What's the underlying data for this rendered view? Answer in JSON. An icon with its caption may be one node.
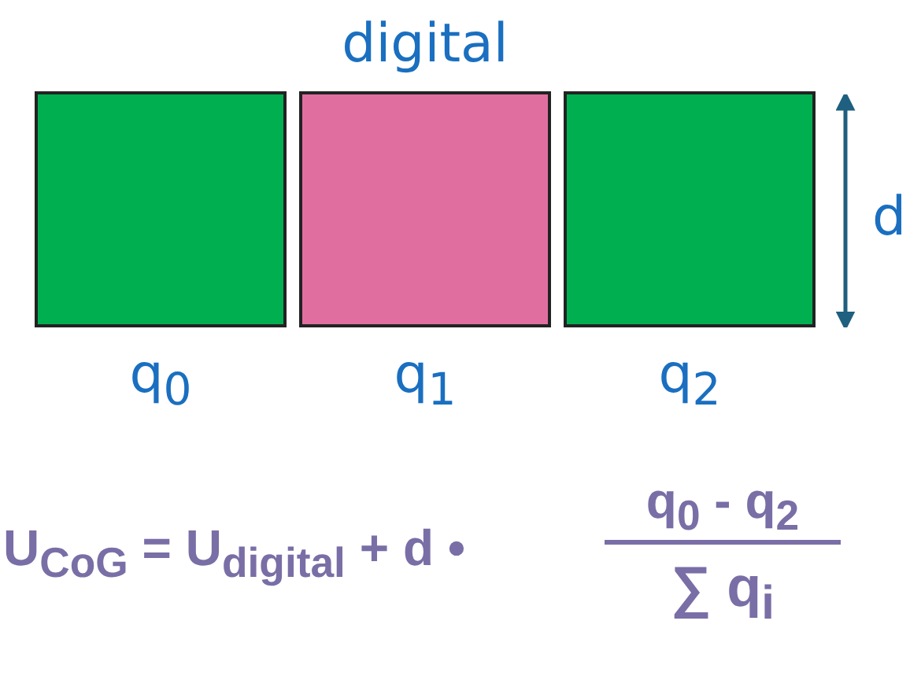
{
  "diagram": {
    "nodes": [
      {
        "text": [
          "q$_{0}$"
        ]
      },
      {
        "text": [
          "q$_{1}$"
        ]
      },
      {
        "text": [
          "q$_{2}$"
        ]
      }
    ],
    "edges": [],
    "labels": [
      "digital",
      "d",
      "U$_{CoG}$ = U$_{digital}$ + d •",
      "q$_{0}$ - q$_{2}$",
      "∑ q$_{i}$"
    ]
  }
}
